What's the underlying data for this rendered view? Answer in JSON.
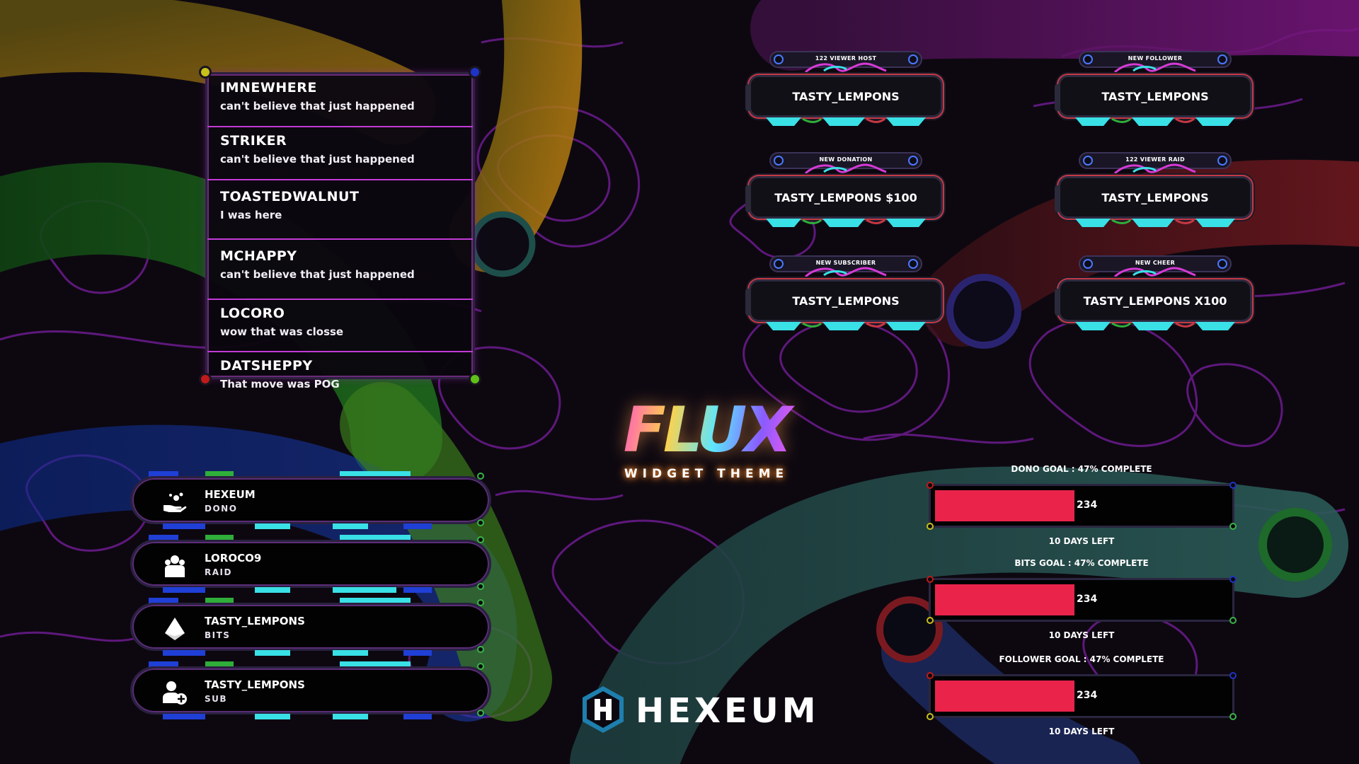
{
  "chat": {
    "messages": [
      {
        "user": "IMNEWHERE",
        "text": "can't believe that just happened"
      },
      {
        "user": "STRIKER",
        "text": "can't believe that just happened"
      },
      {
        "user": "TOASTEDWALNUT",
        "text": "I was here"
      },
      {
        "user": "MCHAPPY",
        "text": "can't believe that just happened"
      },
      {
        "user": "LOCORO",
        "text": "wow that was closse"
      },
      {
        "user": "DATSHEPPY",
        "text": "That move was POG"
      }
    ]
  },
  "alerts": [
    {
      "caption": "122 VIEWER HOST",
      "text": "TASTY_LEMPONS"
    },
    {
      "caption": "NEW FOLLOWER",
      "text": "TASTY_LEMPONS"
    },
    {
      "caption": "NEW DONATION",
      "text": "TASTY_LEMPONS $100"
    },
    {
      "caption": "122 VIEWER RAID",
      "text": "TASTY_LEMPONS"
    },
    {
      "caption": "NEW SUBSCRIBER",
      "text": "TASTY_LEMPONS"
    },
    {
      "caption": "NEW CHEER",
      "text": "TASTY_LEMPONS X100"
    }
  ],
  "events": [
    {
      "name": "HEXEUM",
      "type": "DONO",
      "icon": "donation-hand-icon"
    },
    {
      "name": "LOROCO9",
      "type": "RAID",
      "icon": "raid-group-icon"
    },
    {
      "name": "TASTY_LEMPONS",
      "type": "BITS",
      "icon": "bits-gem-icon"
    },
    {
      "name": "TASTY_LEMPONS",
      "type": "SUB",
      "icon": "subscriber-add-icon"
    }
  ],
  "logo": {
    "title": "FLUX",
    "subtitle": "WIDGET THEME"
  },
  "goals": [
    {
      "title": "DONO GOAL : 47% COMPLETE",
      "value": "234",
      "days_left": "10 DAYS LEFT",
      "progress": 0.47
    },
    {
      "title": "BITS GOAL : 47% COMPLETE",
      "value": "234",
      "days_left": "10 DAYS LEFT",
      "progress": 0.47
    },
    {
      "title": "FOLLOWER GOAL : 47% COMPLETE",
      "value": "234",
      "days_left": "10 DAYS LEFT",
      "progress": 0.47
    }
  ],
  "brand": {
    "name": "HEXEUM",
    "icon": "hexagon-h-icon"
  },
  "colors": {
    "background": "#0d0810",
    "contour": "#7a1f9e",
    "accent_pink": "#ea234b",
    "accent_cyan": "#39e0e6",
    "chat_divider": "#c23ad6"
  }
}
